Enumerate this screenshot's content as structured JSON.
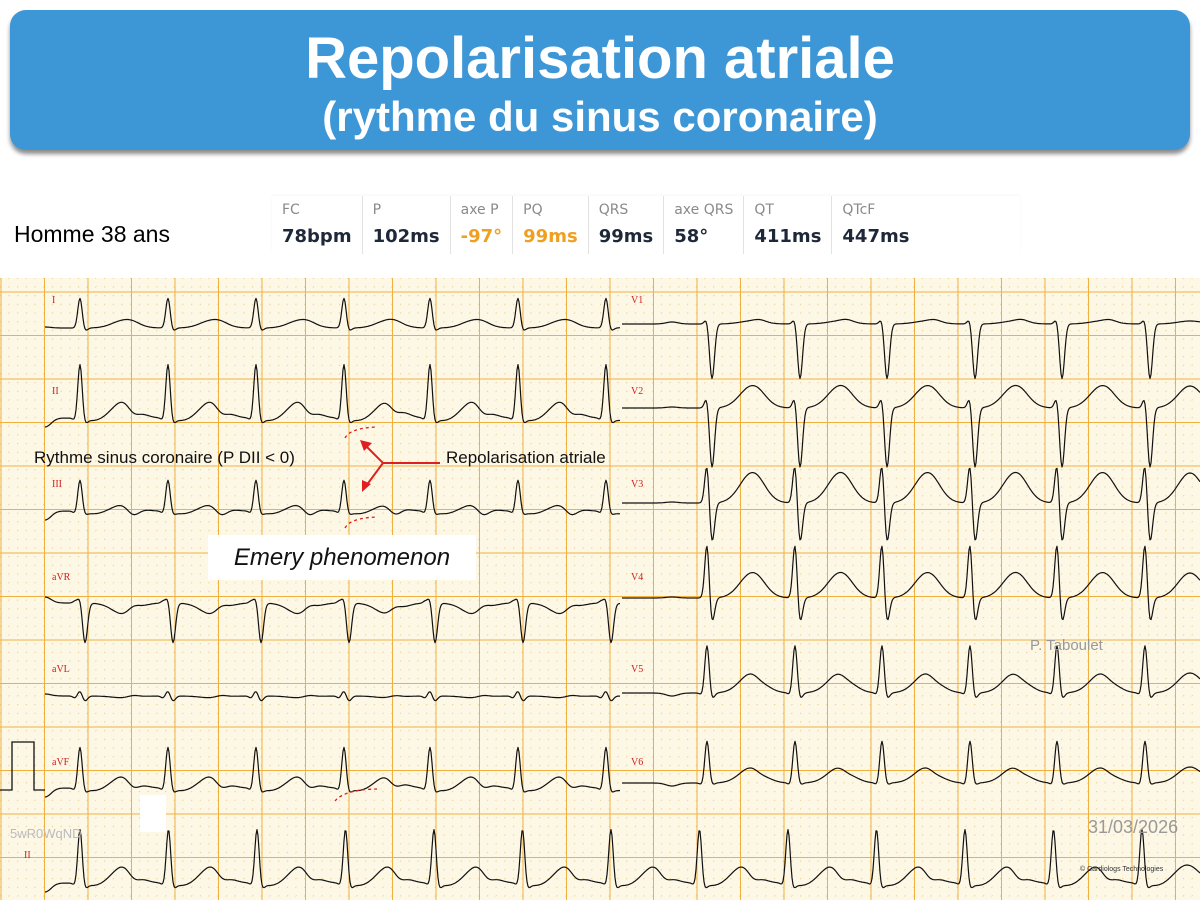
{
  "title": {
    "line1": "Repolarisation atriale",
    "line2": "(rythme du sinus coronaire)"
  },
  "patient": "Homme 38 ans",
  "stats": [
    {
      "label": "FC",
      "value": "78bpm",
      "highlight": false
    },
    {
      "label": "P",
      "value": "102ms",
      "highlight": false
    },
    {
      "label": "axe P",
      "value": "-97°",
      "highlight": true
    },
    {
      "label": "PQ",
      "value": "99ms",
      "highlight": true
    },
    {
      "label": "QRS",
      "value": "99ms",
      "highlight": false
    },
    {
      "label": "axe QRS",
      "value": "58°",
      "highlight": false
    },
    {
      "label": "QT",
      "value": "411ms",
      "highlight": false
    },
    {
      "label": "QTcF",
      "value": "447ms",
      "highlight": false
    }
  ],
  "leads": {
    "left": [
      "I",
      "II",
      "III",
      "aVR",
      "aVL",
      "aVF"
    ],
    "right": [
      "V1",
      "V2",
      "V3",
      "V4",
      "V5",
      "V6"
    ],
    "rhythm": "II"
  },
  "annotations": {
    "coronary_rhythm": "Rythme sinus coronaire (P DII < 0)",
    "atrial_repolarisation": "Repolarisation atriale",
    "emery": "Emery phenomenon"
  },
  "watermarks": {
    "author": "P. Taboulet",
    "date": "31/03/2026",
    "id": "5wR0WqND",
    "copyright": "© Cardiologs Technologies"
  },
  "colors": {
    "title_bg": "#3d97d6",
    "highlight": "#f0a020",
    "grid_major": "#f0b040",
    "annotation": "#e02020"
  }
}
